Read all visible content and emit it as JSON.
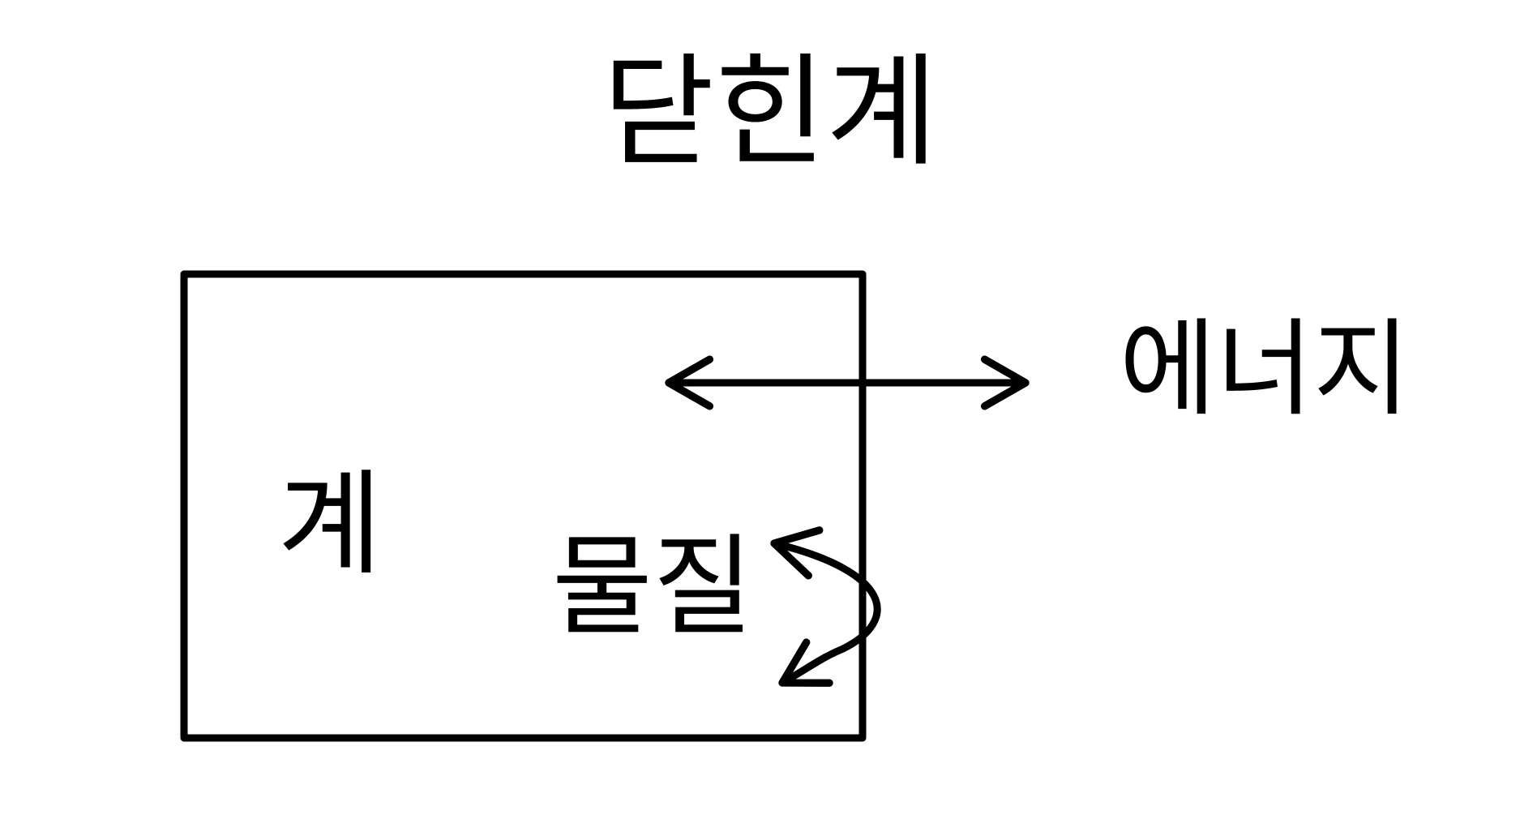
{
  "diagram": {
    "title": "닫힌계",
    "system_label": "계",
    "matter_label": "물질",
    "energy_label": "에너지",
    "stroke_color": "#000000",
    "background_color": "#ffffff"
  }
}
